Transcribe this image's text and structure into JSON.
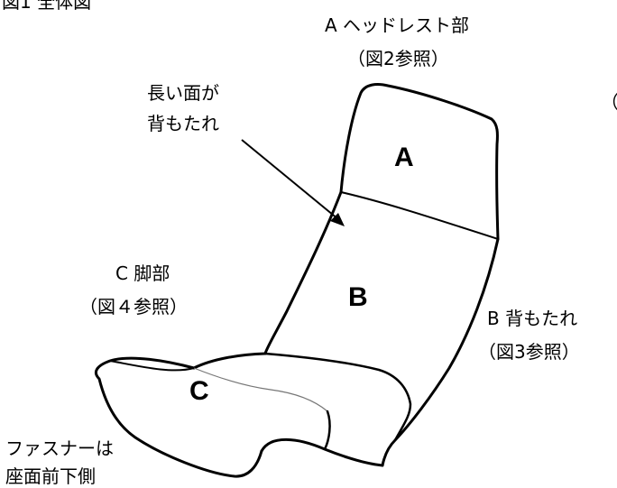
{
  "figure": {
    "title": "図1 全体図"
  },
  "labels": {
    "part_a_name": "A ヘッドレスト部",
    "part_a_ref": "（図2参照）",
    "long_side_line1": "長い面が",
    "long_side_line2": "背もたれ",
    "part_b_name": "B 背もたれ",
    "part_b_ref": "（図3参照）",
    "part_c_name": "C 脚部",
    "part_c_ref": "（図４参照）",
    "zipper_line1": "ファスナーは",
    "zipper_line2": "座面前下側",
    "cut_off_paren": "（"
  },
  "letters": {
    "a": "A",
    "b": "B",
    "c": "C"
  }
}
